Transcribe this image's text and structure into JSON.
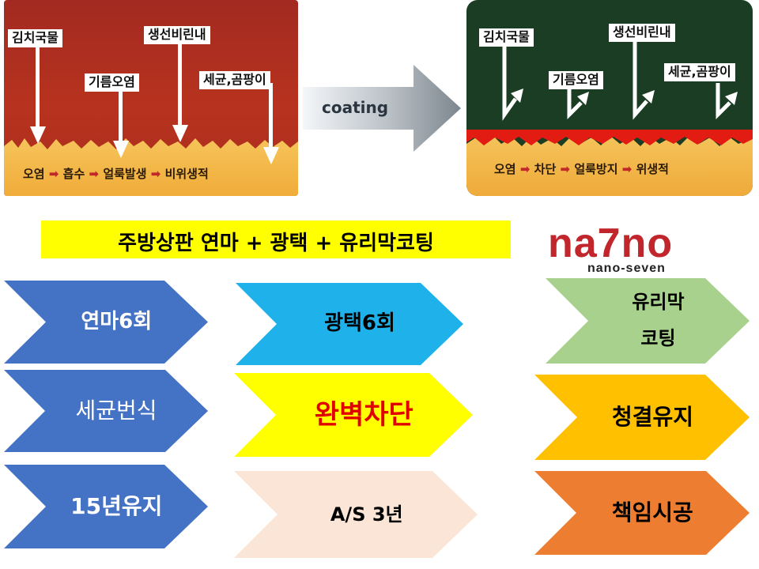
{
  "before_panel": {
    "labels": [
      "김치국물",
      "기름오염",
      "생선비린내",
      "세균,곰팡이"
    ],
    "process": [
      "오염",
      "흡수",
      "얼룩발생",
      "비위생적"
    ]
  },
  "coating_label": "coating",
  "after_panel": {
    "labels": [
      "김치국물",
      "기름오염",
      "생선비린내",
      "세균,곰팡이"
    ],
    "process": [
      "오염",
      "차단",
      "얼룩방지",
      "위생적"
    ]
  },
  "title": "주방상판 연마 + 광택 + 유리막코팅",
  "logo": {
    "main": "na7no",
    "sub": "nano-seven"
  },
  "chevrons": [
    {
      "text": "연마6회",
      "fill": "#4472c4",
      "color": "#ffffff"
    },
    {
      "text": "광택6회",
      "fill": "#1fb2ea",
      "color": "#000000"
    },
    {
      "text": "유리막\n코팅",
      "fill": "#a9d18e",
      "color": "#000000"
    },
    {
      "text": "세균번식",
      "fill": "#4472c4",
      "color": "#ffffff"
    },
    {
      "text": "완벽차단",
      "fill": "#ffff00",
      "color": "#e00000"
    },
    {
      "text": "청결유지",
      "fill": "#ffc000",
      "color": "#000000"
    },
    {
      "text": "15년유지",
      "fill": "#4472c4",
      "color": "#ffffff"
    },
    {
      "text": "A/S 3년",
      "fill": "#fbe5d6",
      "color": "#000000"
    },
    {
      "text": "책임시공",
      "fill": "#ed7d31",
      "color": "#000000"
    }
  ]
}
